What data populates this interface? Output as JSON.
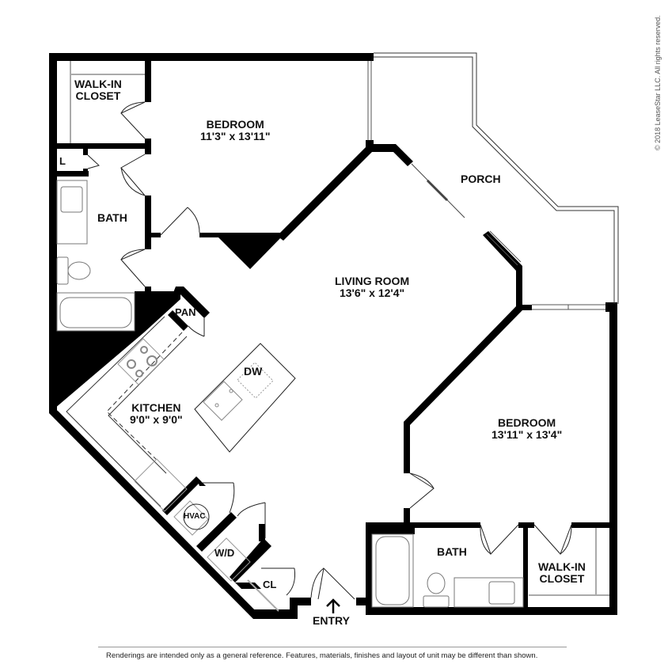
{
  "rooms": {
    "bedroom1": {
      "name": "BEDROOM",
      "dims": "11'3\" x 13'11\""
    },
    "walkin1": {
      "name": "WALK-IN",
      "name2": "CLOSET"
    },
    "linen": {
      "name": "L"
    },
    "bath1": {
      "name": "BATH"
    },
    "pantry": {
      "name": "PAN"
    },
    "living": {
      "name": "LIVING ROOM",
      "dims": "13'6\" x 12'4\""
    },
    "porch": {
      "name": "PORCH"
    },
    "kitchen": {
      "name": "KITCHEN",
      "dims": "9'0\" x 9'0\""
    },
    "dishwasher": {
      "name": "DW"
    },
    "hvac": {
      "name": "HVAC"
    },
    "washer_dryer": {
      "name": "W/D"
    },
    "closet": {
      "name": "CL"
    },
    "entry": {
      "name": "ENTRY"
    },
    "bedroom2": {
      "name": "BEDROOM",
      "dims": "13'11\" x 13'4\""
    },
    "bath2": {
      "name": "BATH"
    },
    "walkin2": {
      "name": "WALK-IN",
      "name2": "CLOSET"
    }
  },
  "footer": {
    "disclaimer": "Renderings are intended only as a general reference. Features, materials, finishes and layout of unit may be different than shown."
  },
  "copyright": "© 2018 LeaseStar LLC. All rights reserved.",
  "colors": {
    "wall": "#000000",
    "fixture": "#666666",
    "background": "#ffffff"
  }
}
